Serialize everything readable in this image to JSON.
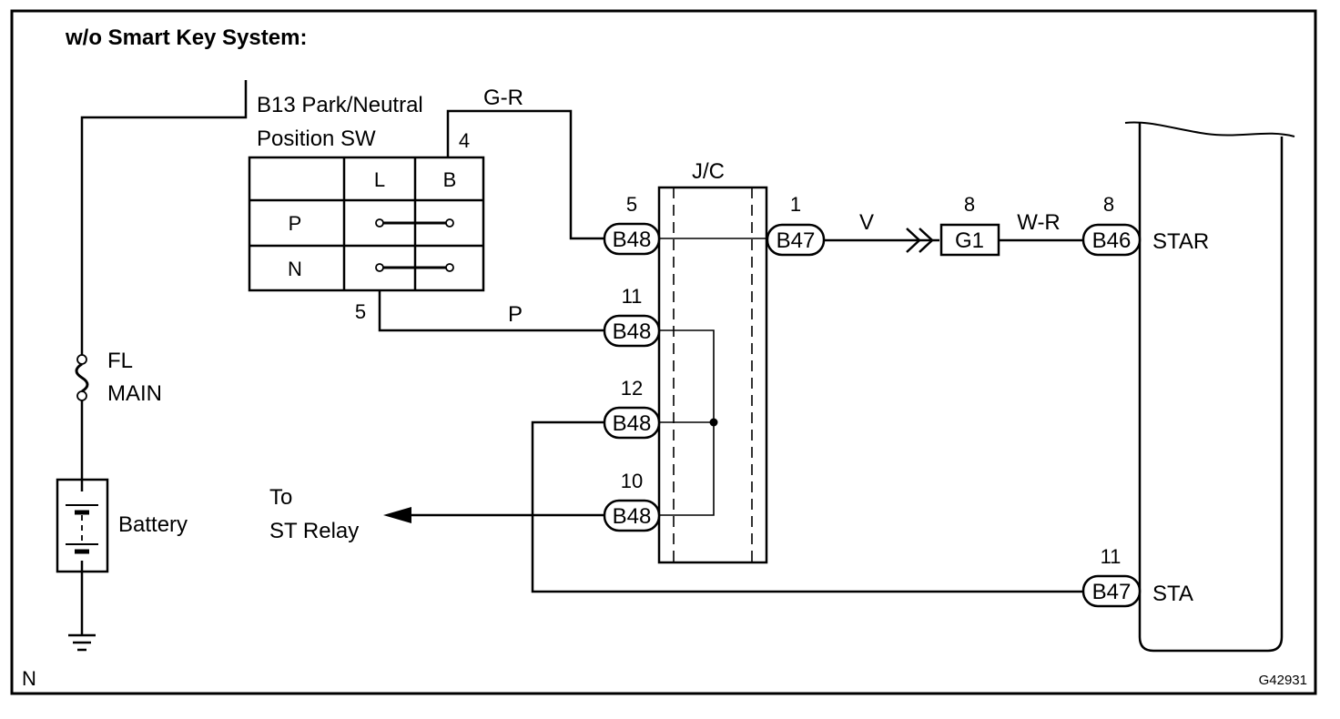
{
  "title": "w/o Smart Key System:",
  "switch": {
    "name_line1": "B13 Park/Neutral",
    "name_line2": "Position SW",
    "col_l": "L",
    "col_b": "B",
    "row_p": "P",
    "row_n": "N",
    "pin_top": "4",
    "pin_bottom": "5"
  },
  "fuse": {
    "line1": "FL",
    "line2": "MAIN"
  },
  "battery_label": "Battery",
  "jc_label": "J/C",
  "wires": {
    "gr": "G-R",
    "p": "P",
    "v": "V",
    "wr": "W-R"
  },
  "connectors": {
    "b48_5": {
      "pin": "5",
      "label": "B48"
    },
    "b48_11": {
      "pin": "11",
      "label": "B48"
    },
    "b48_12": {
      "pin": "12",
      "label": "B48"
    },
    "b48_10": {
      "pin": "10",
      "label": "B48"
    },
    "b47_1": {
      "pin": "1",
      "label": "B47"
    },
    "g1": {
      "pin": "8",
      "label": "G1"
    },
    "b46_8": {
      "pin": "8",
      "label": "B46"
    },
    "b47_11": {
      "pin": "11",
      "label": "B47"
    }
  },
  "relay": {
    "line1": "To",
    "line2": "ST Relay"
  },
  "ecu_terminals": {
    "star": "STAR",
    "sta": "STA"
  },
  "corner_left": "N",
  "figure_code": "G42931"
}
